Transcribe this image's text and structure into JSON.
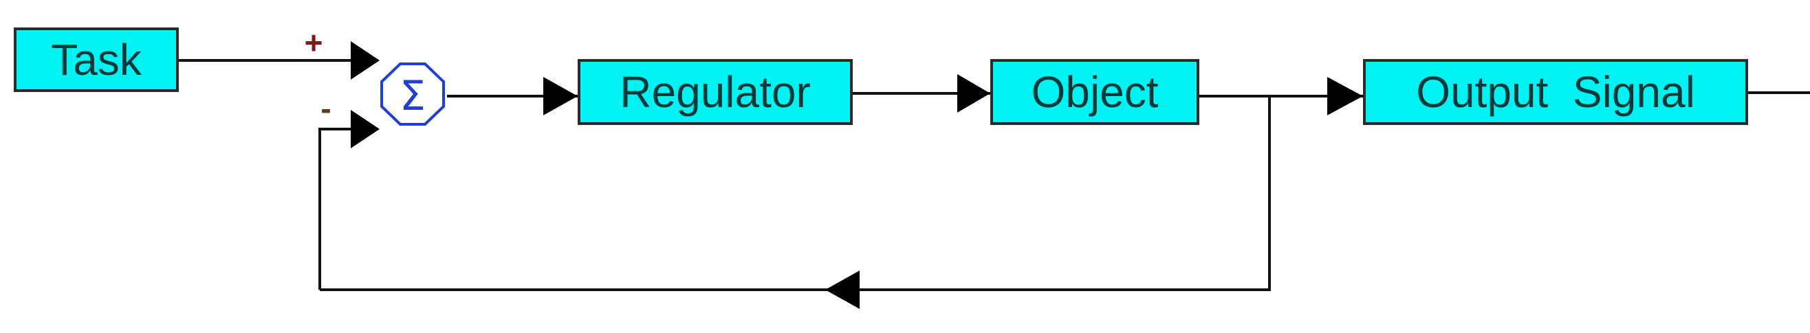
{
  "blocks": {
    "task": "Task",
    "regulator": "Regulator",
    "object": "Object",
    "output": "Output  Signal"
  },
  "summing_junction": {
    "symbol": "Σ",
    "plus": "+",
    "minus": "-"
  },
  "colors": {
    "block_fill": "#00f2f2",
    "block_border": "#2a2a2a",
    "label_text": "#003a3a",
    "wire": "#111111",
    "summator": "#1f3fd6",
    "plus_sign": "#7a1a1a",
    "minus_sign": "#5a3a1a"
  }
}
